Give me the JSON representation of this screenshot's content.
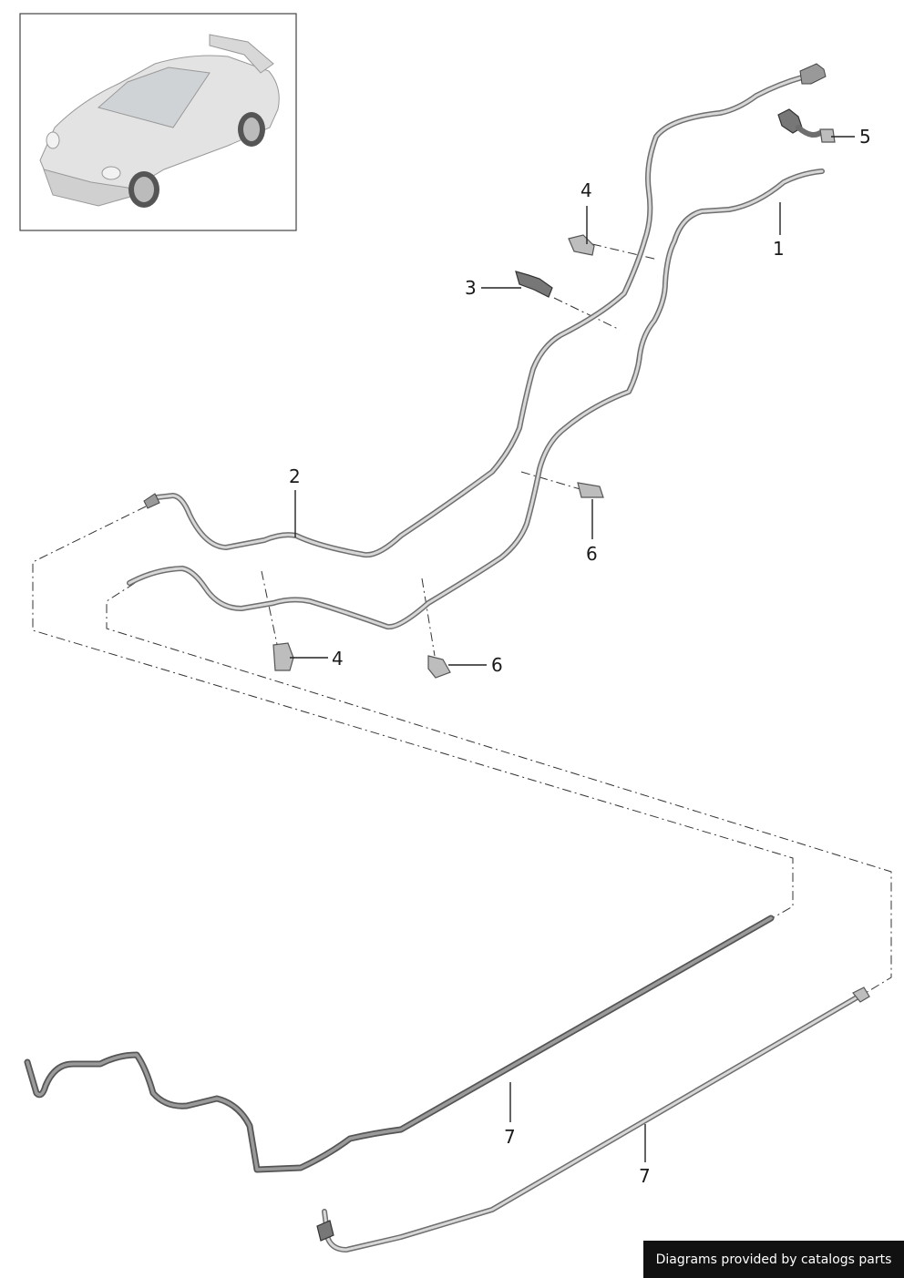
{
  "callouts": {
    "c1": "1",
    "c2": "2",
    "c3": "3",
    "c4a": "4",
    "c4b": "4",
    "c5": "5",
    "c6a": "6",
    "c6b": "6",
    "c7a": "7",
    "c7b": "7"
  },
  "footer": {
    "text": "Diagrams provided by catalogs parts"
  },
  "colors": {
    "background": "#ffffff",
    "pipe": "#6e6e6e",
    "footer_bg": "#111111"
  }
}
